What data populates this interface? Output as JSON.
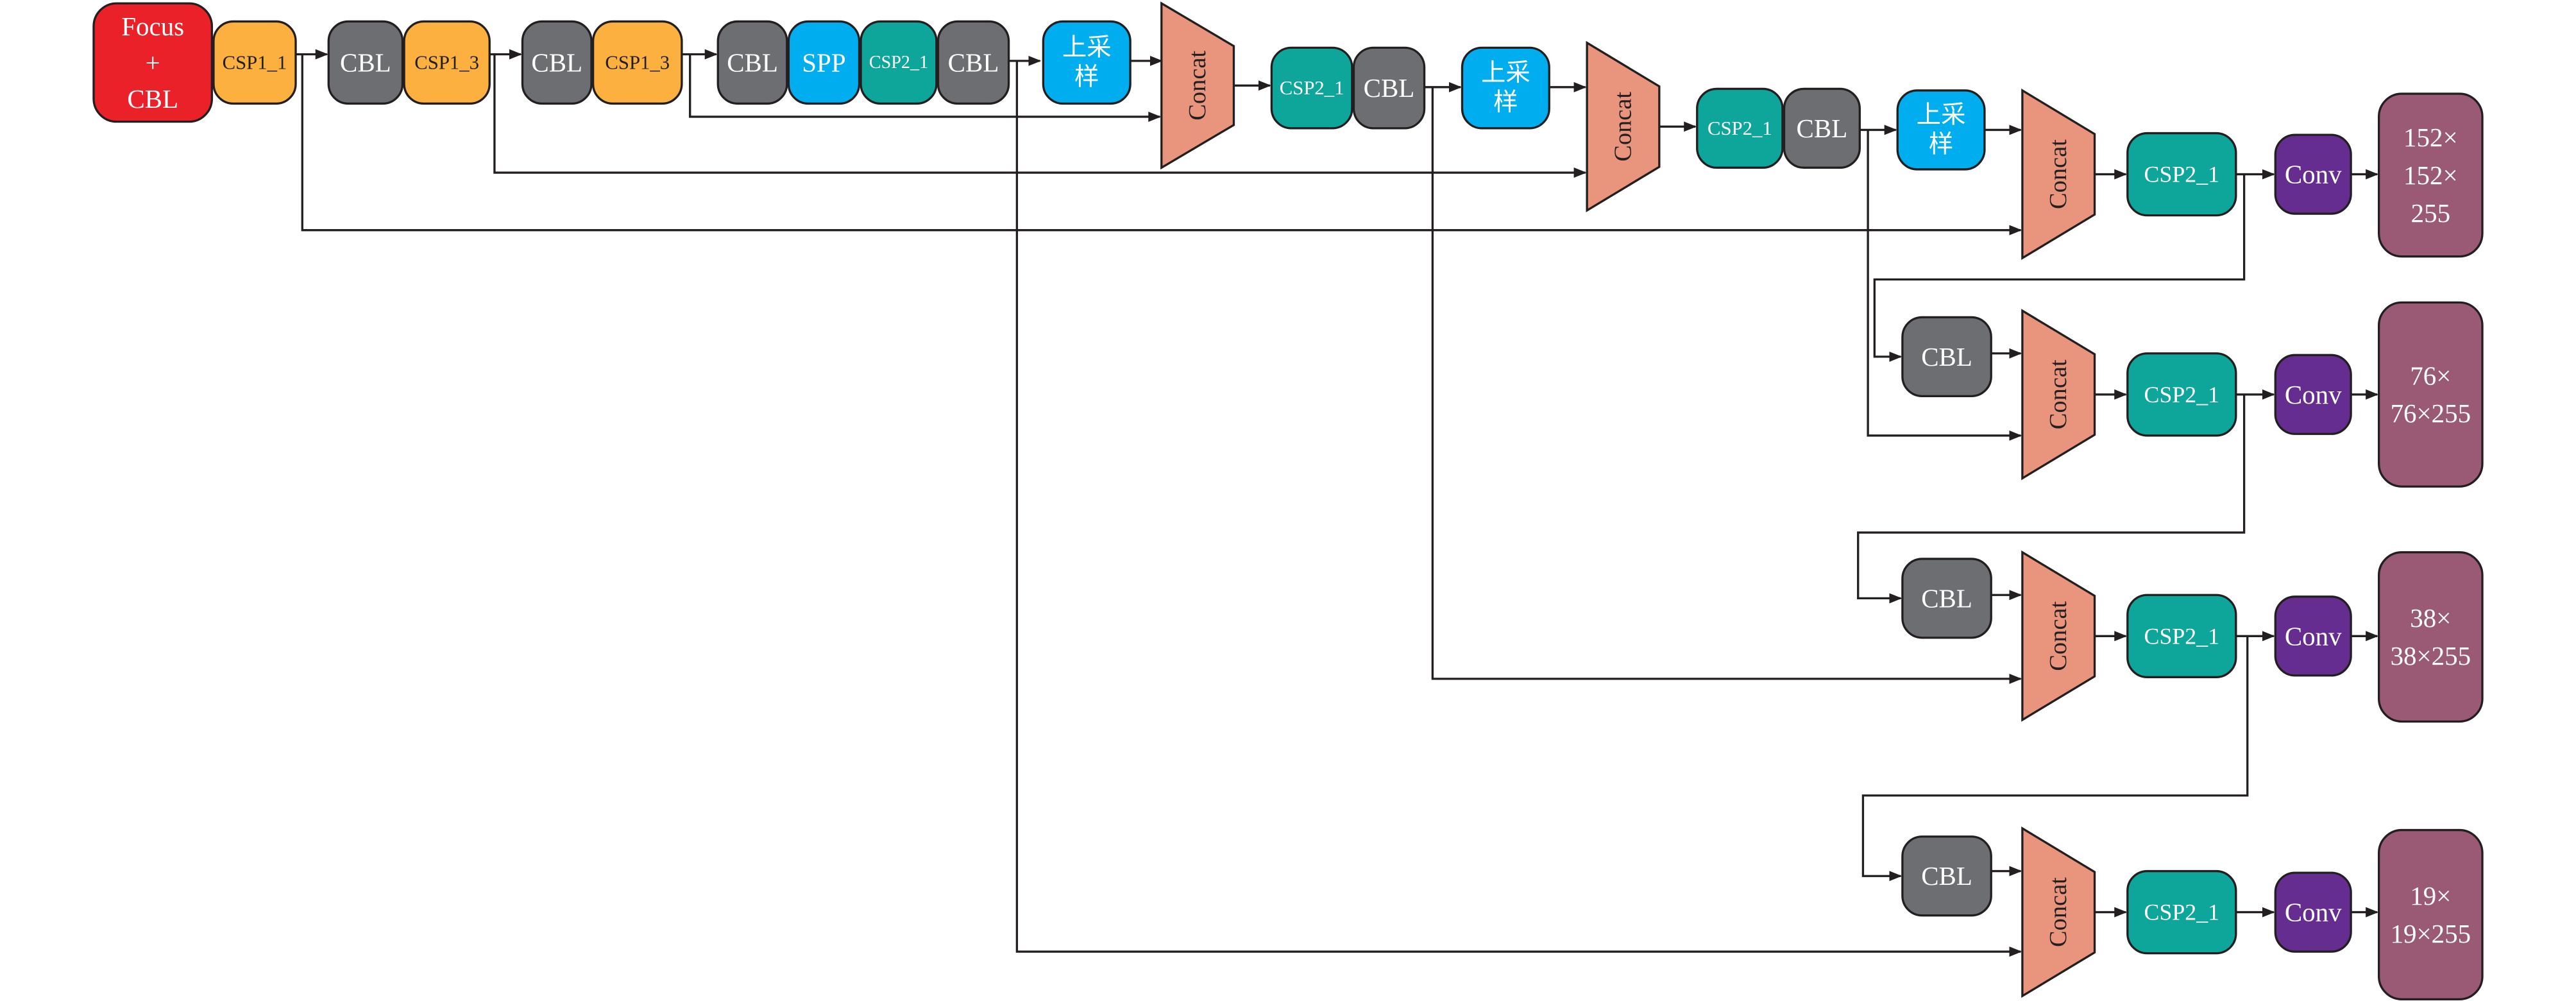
{
  "colors": {
    "focus": "#ea2128",
    "csp1": "#fbb040",
    "cbl": "#6d6e71",
    "spp": "#00aeef",
    "csp2": "#0ea59b",
    "upsample": "#00aeef",
    "concat": "#e9957d",
    "conv": "#662d91",
    "output": "#9a5a75",
    "line": "#231f20"
  },
  "labels": {
    "focus": [
      "Focus",
      "+",
      "CBL"
    ],
    "csp1_1": "CSP1_1",
    "cbl": "CBL",
    "csp1_3": "CSP1_3",
    "spp": "SPP",
    "csp2_1": "CSP2_1",
    "upsample": [
      "上采",
      "样"
    ],
    "concat": "Concat",
    "conv": "Conv"
  },
  "outputs": [
    [
      "152×",
      "152×",
      "255"
    ],
    [
      "76×",
      "76×255"
    ],
    [
      "38×",
      "38×255"
    ],
    [
      "19×",
      "19×255"
    ]
  ]
}
